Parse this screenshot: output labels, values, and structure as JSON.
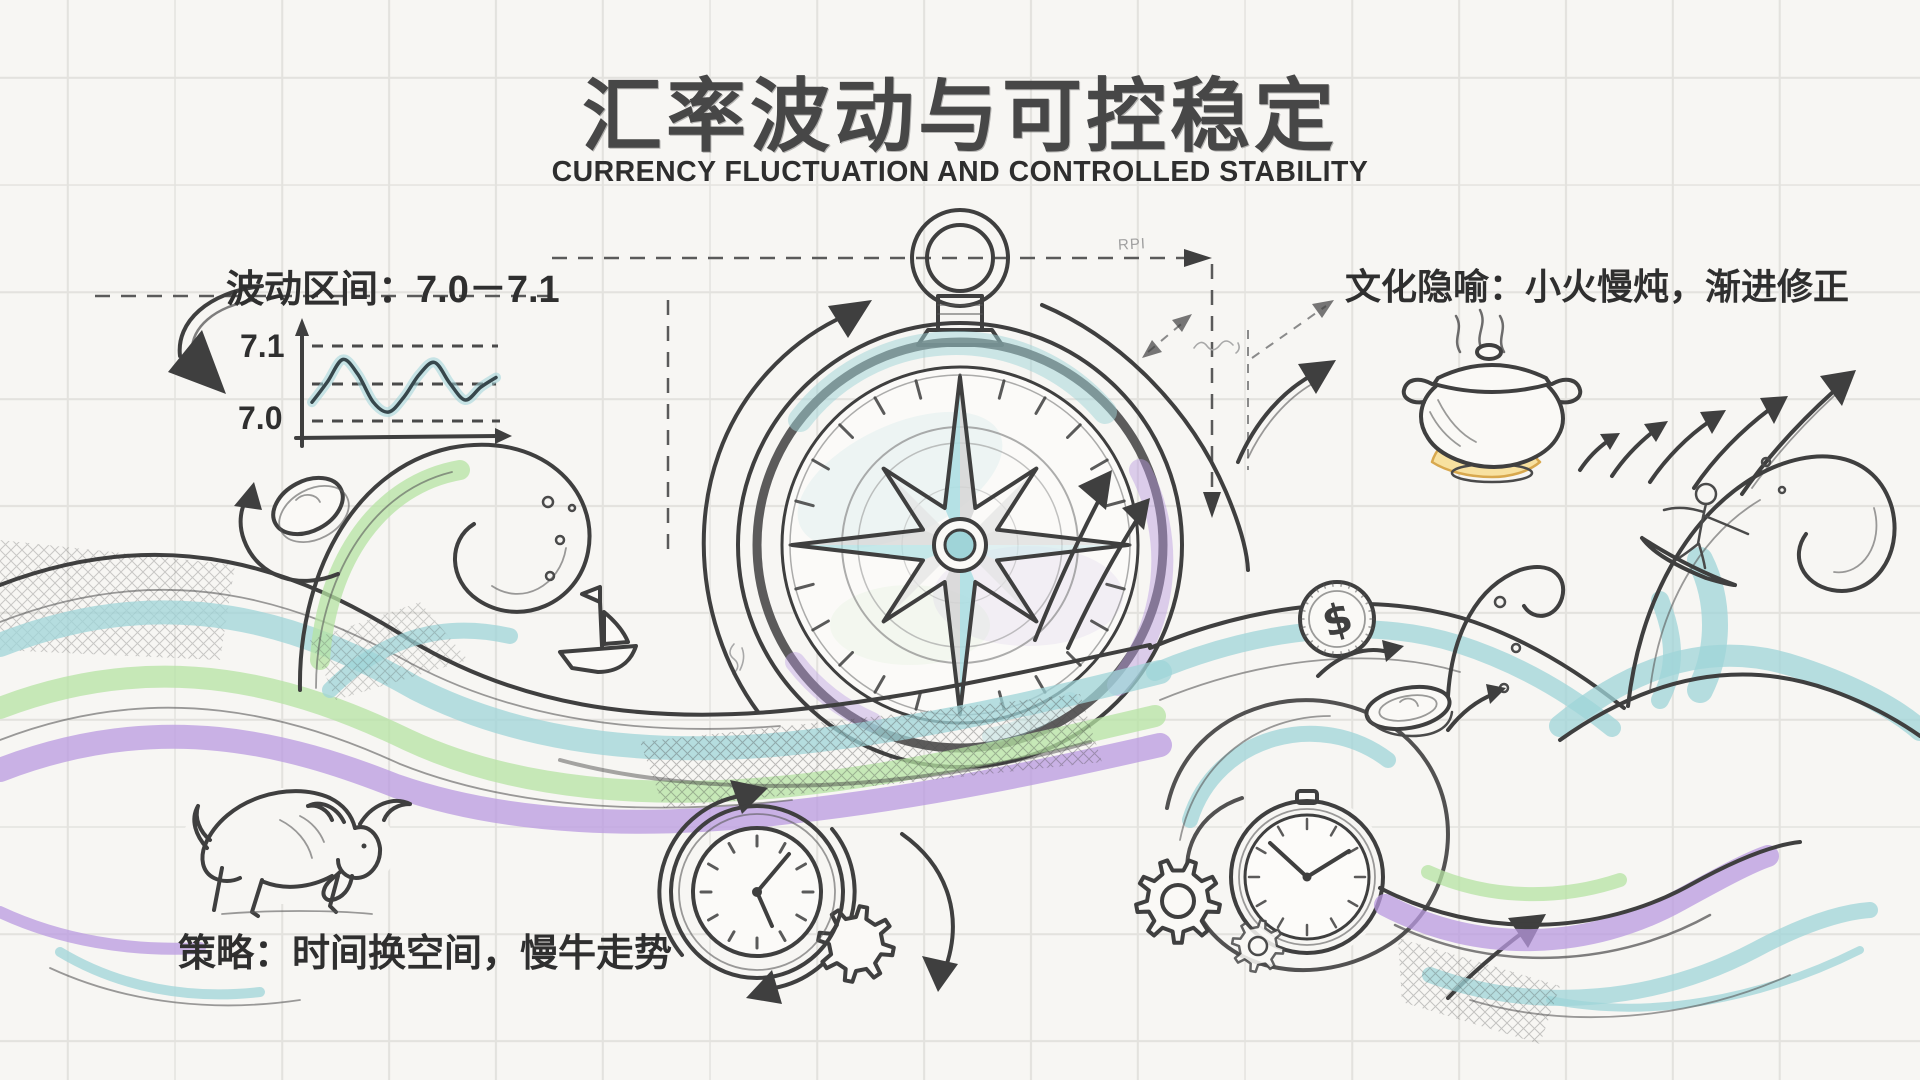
{
  "header": {
    "title_zh": "汇率波动与可控稳定",
    "title_en": "CURRENCY FLUCTUATION AND CONTROLLED STABILITY"
  },
  "annotations": {
    "fluctuation_range": "波动区间：7.0－7.1",
    "cultural_metaphor": "文化隐喻：小火慢炖，渐进修正",
    "strategy": "策略：时间换空间，慢牛走势",
    "pencil_note": "RPI"
  },
  "coin_symbol": "$",
  "mini_chart": {
    "type": "line",
    "title": "波动区间 7.0–7.1",
    "ylim": [
      7.0,
      7.1
    ],
    "ytick_labels": [
      "7.1",
      "7.0"
    ],
    "gridlines": "dashed at 7.1 / 7.05 / 7.0",
    "x": [
      0,
      1,
      2,
      3,
      4,
      5,
      6,
      7,
      8,
      9,
      10,
      11,
      12
    ],
    "values": [
      7.025,
      7.052,
      7.082,
      7.062,
      7.025,
      7.012,
      7.032,
      7.062,
      7.078,
      7.05,
      7.028,
      7.045,
      7.058
    ],
    "line_color": "#37474c",
    "halo_color": "#9fd4d8"
  },
  "palette": {
    "paper": "#f7f6f3",
    "grid": "#e3e2de",
    "ink": "#3f3f3f",
    "teal": "#9fd4d8",
    "green": "#b5e3a3",
    "purple": "#b99ae0",
    "flame_yellow": "#f8e1a0",
    "flame_orange": "#f3c96e"
  },
  "icons": {
    "compass": "compass-rose-with-ring",
    "cooking-pot": "pot-simmering-on-flame",
    "bull": "charging-bull-sketch",
    "surfer": "stick-figure-surfing-wave",
    "clock-cycle": "clock-with-refresh-arrows-and-gear",
    "pocket-watch": "clock-with-two-gears",
    "coins": "coins-with-dollar-sign",
    "sailboat": "small-sailboat-on-wave",
    "growth-arrows": "five-ascending-arrows"
  }
}
